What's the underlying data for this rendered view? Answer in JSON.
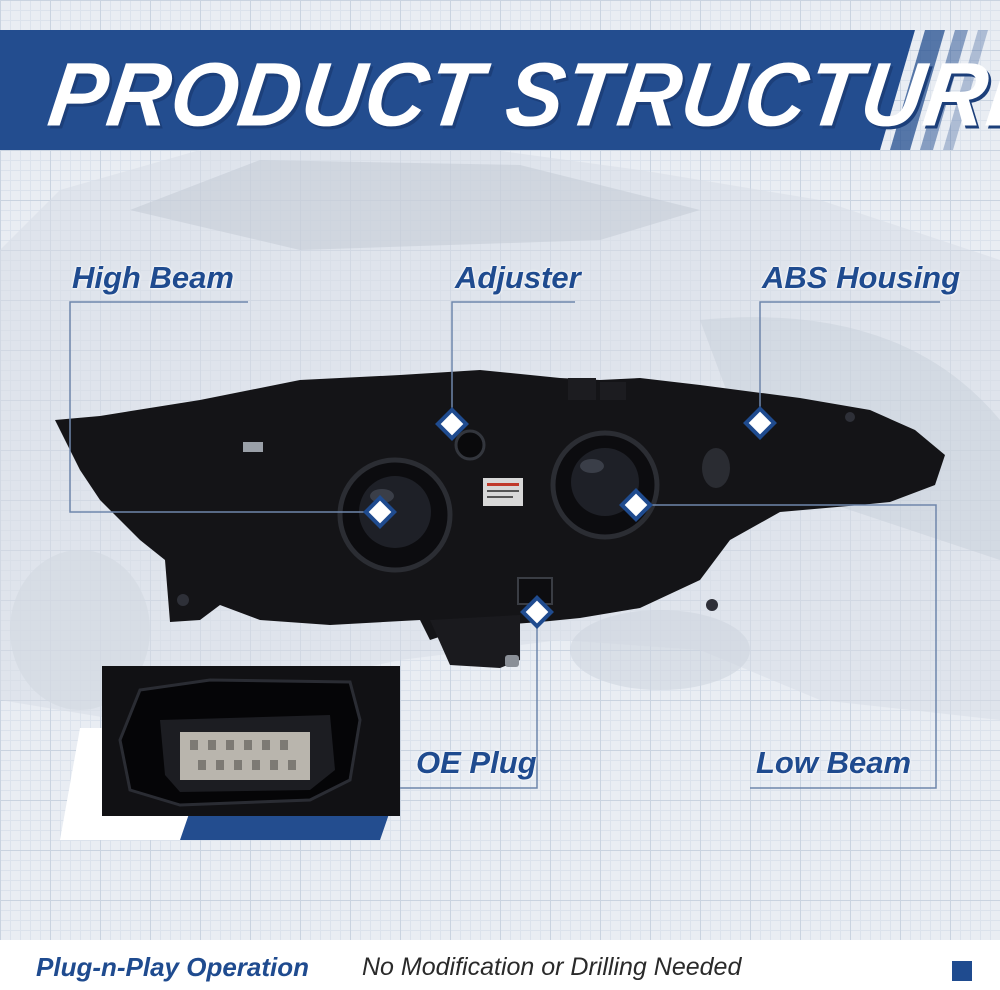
{
  "header": {
    "title": "PRODUCT STRUCTURE"
  },
  "callouts": {
    "high_beam": "High Beam",
    "adjuster": "Adjuster",
    "abs_housing": "ABS Housing",
    "oe_plug": "OE Plug",
    "low_beam": "Low Beam"
  },
  "footer": {
    "highlight": "Plug-n-Play Operation",
    "text": "No Modification or Drilling Needed"
  },
  "icons": {
    "marker": "diamond-marker-icon",
    "footer_square": "square-icon"
  },
  "colors": {
    "brand_blue": "#1f4b8f",
    "banner_blue": "#234d8f",
    "housing_black": "#141417",
    "grid_background": "#e9edf3",
    "footer_background": "#ffffff"
  }
}
